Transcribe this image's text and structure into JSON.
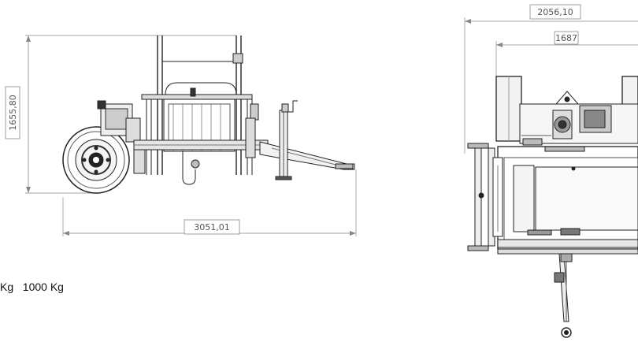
{
  "side_view": {
    "length_dimension": "3051,01",
    "height_dimension": "1655,80"
  },
  "top_view": {
    "overall_width_dimension": "2056,10",
    "track_width_dimension": "1687"
  },
  "weight_caption": "Kg   1000 Kg"
}
